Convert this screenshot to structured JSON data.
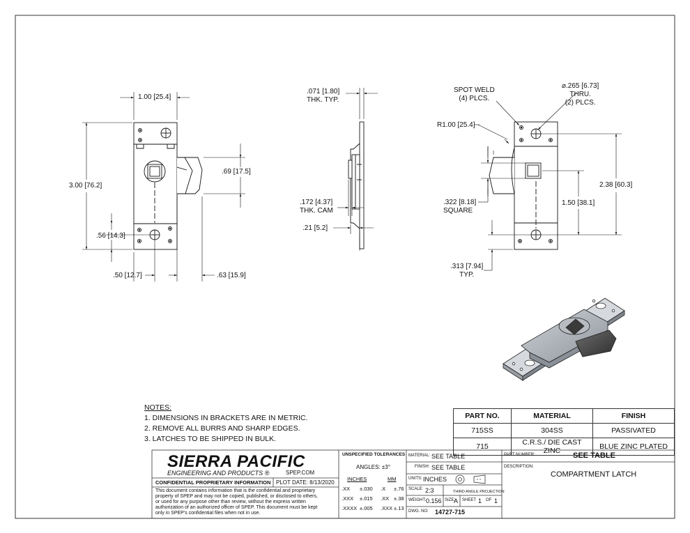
{
  "views": {
    "front": {
      "dim_width": [
        "1.00",
        "25.4"
      ],
      "dim_height": [
        "3.00",
        "76.2"
      ],
      "dim_cam_height": [
        ".69",
        "17.5"
      ],
      "dim_hole_offset": [
        ".56",
        "14.3"
      ],
      "dim_left_offset": [
        ".50",
        "12.7"
      ],
      "dim_cam_ext": [
        ".63",
        "15.9"
      ]
    },
    "side": {
      "dim_thk": [
        ".071",
        "1.80"
      ],
      "dim_thk_note": "THK. TYP.",
      "dim_cam": [
        ".172",
        "4.37"
      ],
      "dim_cam_note": "THK. CAM",
      "dim_bottom": [
        ".21",
        "5.2"
      ]
    },
    "rear": {
      "spot_weld": "SPOT WELD",
      "spot_weld_count": "(4) PLCS.",
      "hole_dia": [
        ".265",
        "6.73"
      ],
      "hole_thru": "THRU.",
      "hole_count": "(2) PLCS.",
      "radius": [
        "R1.00",
        "25.4"
      ],
      "square": [
        ".322",
        "8.18"
      ],
      "square_note": "SQUARE",
      "dim_holes": [
        "2.38",
        "60.3"
      ],
      "dim_center": [
        "1.50",
        "38.1"
      ],
      "dim_bottom": [
        ".313",
        "7.94"
      ],
      "dim_bottom_note": "TYP."
    }
  },
  "notes": {
    "heading": "NOTES:",
    "items": [
      "1.  DIMENSIONS IN BRACKETS ARE IN METRIC.",
      "2.  REMOVE ALL BURRS AND SHARP EDGES.",
      "3.  LATCHES TO BE SHIPPED IN BULK."
    ]
  },
  "parts_table": {
    "headers": [
      "PART NO.",
      "MATERIAL",
      "FINISH"
    ],
    "rows": [
      [
        "715SS",
        "304SS",
        "PASSIVATED"
      ],
      [
        "715",
        "C.R.S./ DIE CAST ZINC",
        "BLUE ZINC PLATED"
      ]
    ]
  },
  "title_block": {
    "company": "SIERRA PACIFIC",
    "company_sub": "ENGINEERING AND PRODUCTS",
    "website": "SPEP.COM",
    "confidential_heading": "CONFIDENTIAL PROPRIETARY INFORMATION",
    "plot_date": "PLOT DATE: 8/13/2020",
    "confidential_text": [
      "This document contains information that is the confidential and proprietary",
      "property of SPEP and may not be copied, published, or disclosed to others,",
      "or used for any purpose  other than review, without the express written",
      "authorization of an authorized officer of SPEP. This document must be kept",
      "only in SPEP's confidential files when not in use."
    ],
    "tolerances_heading": "UNSPECIFIED TOLERANCES",
    "angles": "ANGLES: ±3°",
    "inches_label": "INCHES",
    "mm_label": "MM",
    "tolerances": [
      [
        ".XX",
        "±.030",
        ".X",
        "±.76"
      ],
      [
        ".XXX",
        "±.015",
        ".XX",
        "±.38"
      ],
      [
        ".XXXX",
        "±.005",
        ".XXX",
        "±.13"
      ]
    ],
    "material_label": "MATERIAL:",
    "material_value": "SEE TABLE",
    "finish_label": "FINISH:",
    "finish_value": "SEE TABLE",
    "units_label": "UNITS:",
    "units_value": "INCHES",
    "scale_label": "SCALE:",
    "scale_value": "2:3",
    "projection": "THIRD ANGLE PROJECTION",
    "weight_label": "WEIGHT:",
    "weight_value": "0.156",
    "size_label": "SIZE:",
    "size_value": "A",
    "sheet_label": "SHEET",
    "sheet_value": "1",
    "of_label": "OF",
    "of_value": "1",
    "dwg_label": "DWG. NO:",
    "dwg_value": "14727-715",
    "part_number_label": "PART NUMBER:",
    "part_number_value": "SEE TABLE",
    "description_label": "DESCRIPTION:",
    "description_value": "COMPARTMENT LATCH"
  }
}
